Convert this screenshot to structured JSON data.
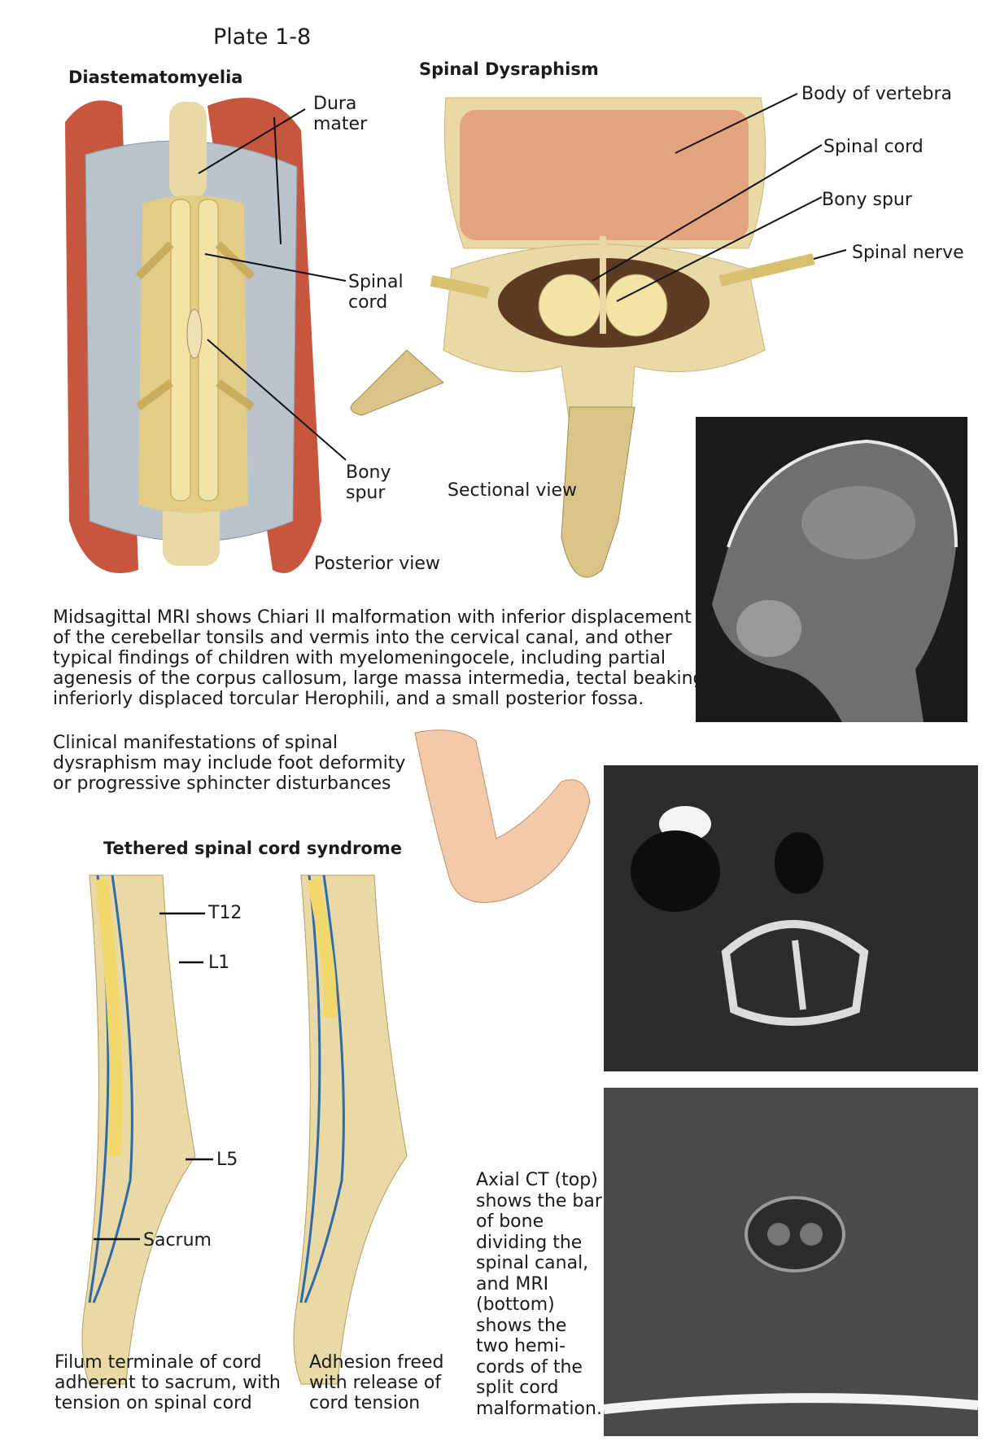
{
  "plate": "Plate 1-8",
  "diastematomyelia": {
    "title": "Diastematomyelia",
    "labels": {
      "dura_mater": "Dura\nmater",
      "spinal_cord": "Spinal\ncord",
      "bony_spur": "Bony\nspur"
    },
    "view": "Posterior view"
  },
  "dysraphism": {
    "title": "Spinal Dysraphism",
    "labels": {
      "body_of_vertebra": "Body of vertebra",
      "spinal_cord": "Spinal cord",
      "bony_spur": "Bony spur",
      "spinal_nerve": "Spinal nerve"
    },
    "view": "Sectional view"
  },
  "mri_caption": "Midsagittal MRI shows Chiari II malformation with inferior displacement\nof the cerebellar tonsils and vermis into the cervical canal, and other\ntypical findings of children with myelomeningocele, including partial\nagenesis of the corpus callosum, large massa intermedia, tectal beaking,\ninferiorly displaced torcular Herophili, and a small posterior fossa.",
  "clinical_caption": "Clinical manifestations of spinal\ndysraphism may include foot deformity\nor progressive sphincter disturbances",
  "tethered": {
    "title": "Tethered spinal cord syndrome",
    "levels": {
      "t12": "T12",
      "l1": "L1",
      "l5": "L5",
      "sacrum": "Sacrum"
    },
    "left_caption": "Filum terminale of cord\nadherent to sacrum, with\ntension on spinal cord",
    "right_caption": "Adhesion freed\nwith release of\ncord tension"
  },
  "ct_mri_caption": "Axial CT (top)\nshows the bar\nof bone\ndividing the\nspinal canal,\nand MRI\n(bottom)\nshows the\ntwo hemi-\ncords of the\nsplit cord\nmalformation.",
  "colors": {
    "muscle": "#c8553d",
    "dura": "#b9c3cc",
    "bone": "#e9d9a6",
    "bone_red": "#e0785c",
    "cord": "#f0dc8a",
    "csf": "#5d3b23"
  }
}
